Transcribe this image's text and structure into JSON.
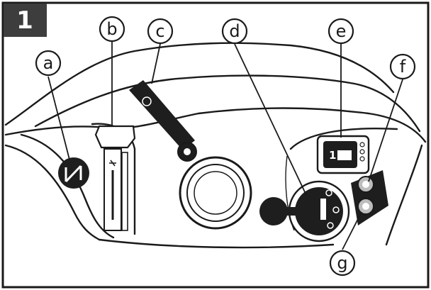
{
  "figure": {
    "number": "1",
    "label_bg_color": "#3d3d3d"
  },
  "callouts": [
    "a",
    "b",
    "c",
    "d",
    "e",
    "f",
    "g"
  ],
  "display_panel_text": "1",
  "colors": {
    "line": "#1a1a1a",
    "knob_fill": "#1e1e1e",
    "socket_grey": "#bdbdbd",
    "background": "#ffffff"
  },
  "icons": {
    "a": "hazard-switch-icon",
    "c": "wiper-stalk-icon",
    "d": "ignition-key-icon",
    "e": "display-panel-icon",
    "f": "socket-upper-icon",
    "g": "socket-lower-icon"
  }
}
